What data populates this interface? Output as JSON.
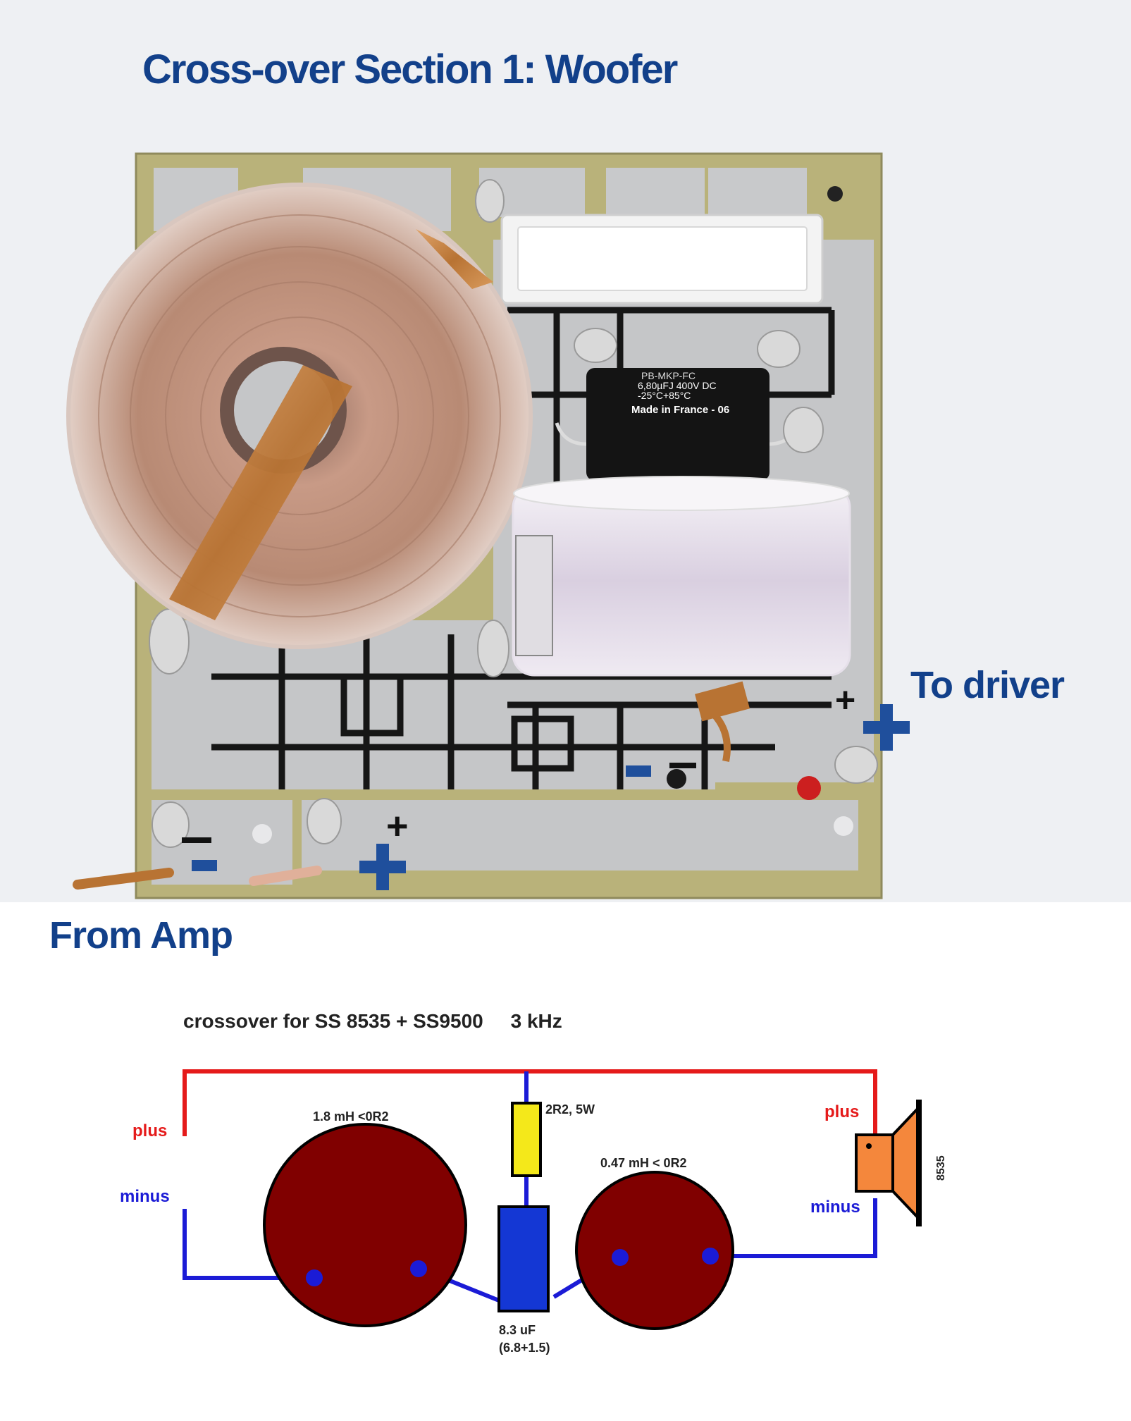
{
  "title": "Cross-over Section 1: Woofer",
  "photo": {
    "to_driver_label": "To driver",
    "from_amp_label": "From Amp",
    "capacitor_print": [
      "PB-MKP-FC",
      "6,80µFJ 400V DC",
      "-25°C+85°C",
      "Made in France - 06"
    ],
    "polarity_marks": {
      "plus": "+",
      "minus": "-"
    }
  },
  "schematic": {
    "heading": "crossover for SS 8535 + SS9500     3 kHz",
    "input_plus": "plus",
    "input_minus": "minus",
    "coil1_label": "1.8 mH <0R2",
    "resistor_label": "2R2, 5W",
    "coil2_label": "0.47 mH < 0R2",
    "capacitor_label_line1": "8.3 uF",
    "capacitor_label_line2": "(6.8+1.5)",
    "output_plus": "plus",
    "output_minus": "minus",
    "speaker_label": "8535"
  },
  "colors": {
    "title_blue": "#12408a",
    "board_pcb": "#b9b27a",
    "trace_silver": "#c5c6c8",
    "coil_copper": "#b98a74",
    "wire_red": "#e51a1a",
    "wire_blue": "#1b1bd6",
    "coil_dark_red": "#800000",
    "resistor_yellow": "#f4e81a",
    "capacitor_blue": "#1437d4",
    "speaker_orange": "#f4873c",
    "photo_background": "#eef0f3"
  }
}
